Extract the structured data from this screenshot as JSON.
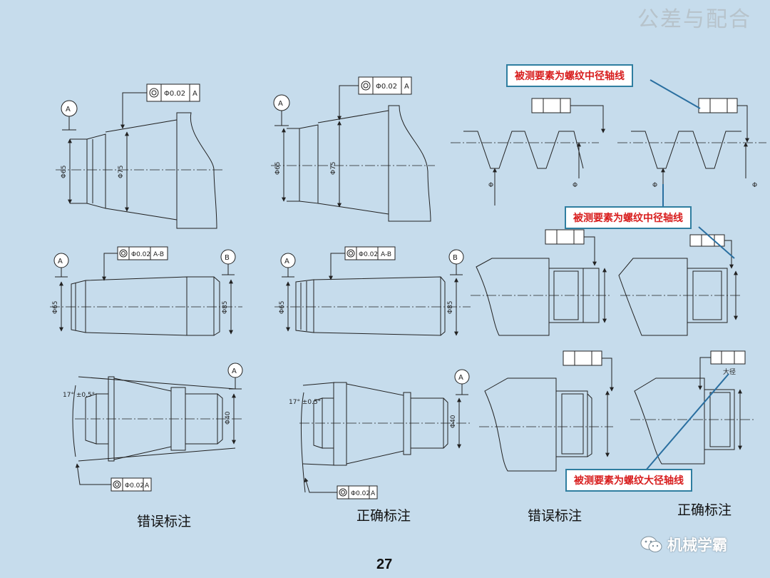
{
  "header": {
    "title": "公差与配合"
  },
  "labels": {
    "wrong_1": "错误标注",
    "correct_1": "正确标注",
    "wrong_2": "错误标注",
    "correct_2": "正确标注"
  },
  "callouts": {
    "pitch_axis_1": "被测要素为螺纹中径轴线",
    "pitch_axis_2": "被测要素为螺纹中径轴线",
    "major_axis": "被测要素为螺纹大径轴线"
  },
  "frames": {
    "coax_value": "Φ0.02",
    "datum_a": "A",
    "datum_ab": "A-B",
    "datum_circle_a": "A",
    "datum_circle_b": "B"
  },
  "dims": {
    "d65": "Φ65",
    "d75": "Φ75",
    "d85": "Φ85",
    "d40": "Φ40",
    "angle": "17° ±0.5°",
    "small_phi": "Φ",
    "major_note": "大径"
  },
  "footer": {
    "page_number": "27",
    "brand": "机械学霸"
  }
}
